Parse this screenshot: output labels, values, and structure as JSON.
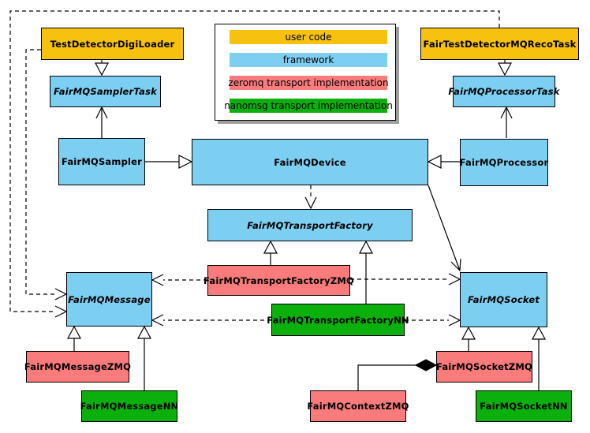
{
  "legend": {
    "items": [
      {
        "label": "user code",
        "color": "#F6C20F"
      },
      {
        "label": "framework",
        "color": "#7DCFF2"
      },
      {
        "label": "zeromq transport implementation",
        "color": "#F97B7B"
      },
      {
        "label": "nanomsg transport implementation",
        "color": "#0CB00C"
      }
    ]
  },
  "colors": {
    "user_code": "#F6C20F",
    "framework": "#7DCFF2",
    "zeromq": "#F97B7B",
    "nanomsg": "#0CB00C",
    "line": "#000000",
    "legend_shadow": "#9E9E9E",
    "background": "#FFFFFF"
  },
  "nodes": {
    "digi_loader": {
      "label": "TestDetectorDigiLoader",
      "category": "user code",
      "italic": false
    },
    "reco_task": {
      "label": "FairTestDetectorMQRecoTask",
      "category": "user code",
      "italic": false
    },
    "sampler_task": {
      "label": "FairMQSamplerTask",
      "category": "framework",
      "italic": true
    },
    "processor_task": {
      "label": "FairMQProcessorTask",
      "category": "framework",
      "italic": true
    },
    "sampler": {
      "label": "FairMQSampler",
      "category": "framework",
      "italic": false
    },
    "device": {
      "label": "FairMQDevice",
      "category": "framework",
      "italic": false
    },
    "processor": {
      "label": "FairMQProcessor",
      "category": "framework",
      "italic": false
    },
    "transport_factory": {
      "label": "FairMQTransportFactory",
      "category": "framework",
      "italic": true
    },
    "message": {
      "label": "FairMQMessage",
      "category": "framework",
      "italic": true
    },
    "socket": {
      "label": "FairMQSocket",
      "category": "framework",
      "italic": true
    },
    "transport_factory_zmq": {
      "label": "FairMQTransportFactoryZMQ",
      "category": "zeromq",
      "italic": false
    },
    "transport_factory_nn": {
      "label": "FairMQTransportFactoryNN",
      "category": "nanomsg",
      "italic": false
    },
    "message_zmq": {
      "label": "FairMQMessageZMQ",
      "category": "zeromq",
      "italic": false
    },
    "message_nn": {
      "label": "FairMQMessageNN",
      "category": "nanomsg",
      "italic": false
    },
    "socket_zmq": {
      "label": "FairMQSocketZMQ",
      "category": "zeromq",
      "italic": false
    },
    "socket_nn": {
      "label": "FairMQSocketNN",
      "category": "nanomsg",
      "italic": false
    },
    "context_zmq": {
      "label": "FairMQContextZMQ",
      "category": "zeromq",
      "italic": false
    }
  }
}
